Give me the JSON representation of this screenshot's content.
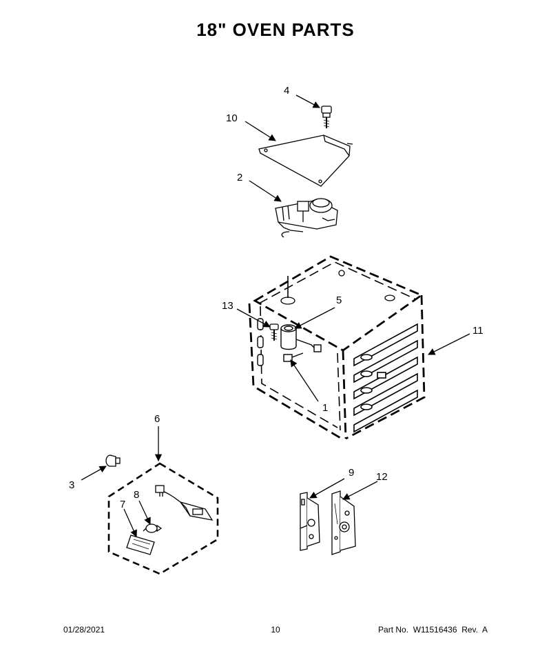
{
  "header": {
    "title": "18\" OVEN PARTS"
  },
  "callouts": {
    "c1": "1",
    "c2": "2",
    "c3": "3",
    "c4": "4",
    "c5": "5",
    "c6": "6",
    "c7": "7",
    "c8": "8",
    "c9": "9",
    "c10": "10",
    "c11": "11",
    "c12": "12",
    "c13": "13"
  },
  "footer": {
    "date": "01/28/2021",
    "page": "10",
    "part": "Part No.  W11516436  Rev.  A"
  }
}
